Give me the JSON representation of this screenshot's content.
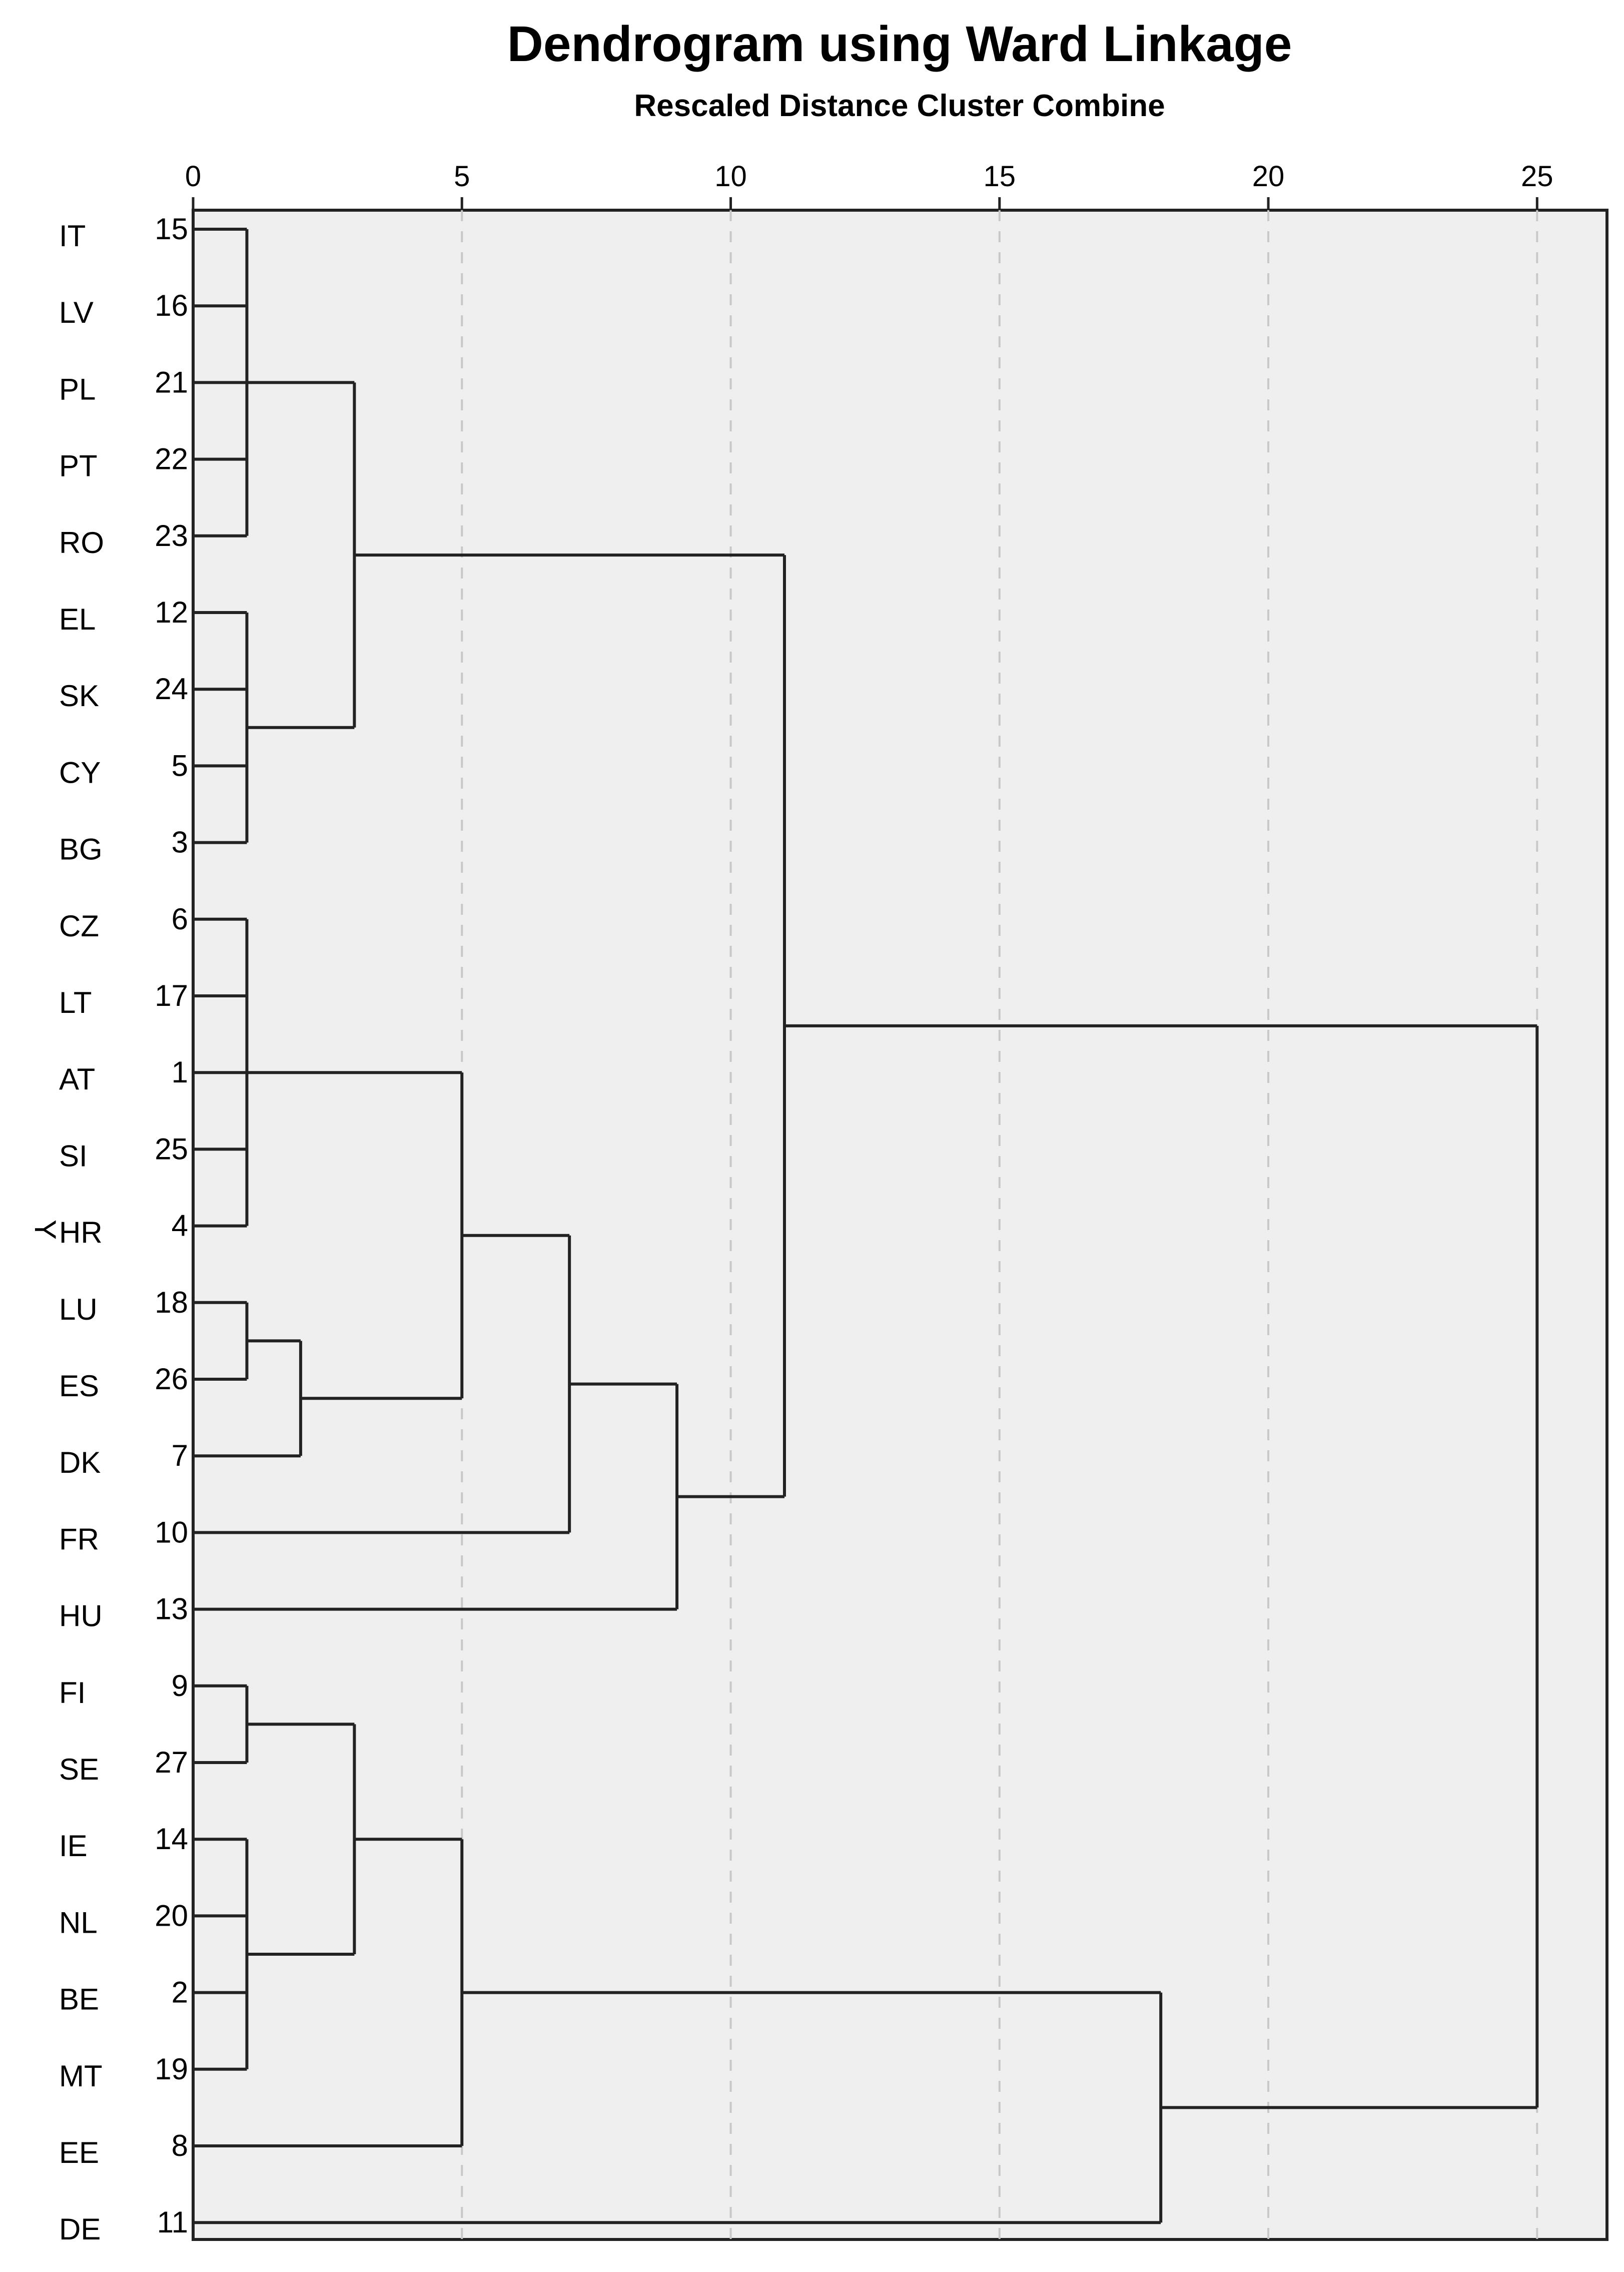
{
  "chart_data": {
    "type": "dendrogram",
    "title": "Dendrogram using Ward Linkage",
    "subtitle": "Rescaled Distance Cluster Combine",
    "ylabel": "Y",
    "xlim": [
      0,
      26.3
    ],
    "xticks": [
      0,
      5,
      10,
      15,
      20,
      25
    ],
    "grid": true,
    "leaves": [
      {
        "label": "IT",
        "id": "15"
      },
      {
        "label": "LV",
        "id": "16"
      },
      {
        "label": "PL",
        "id": "21"
      },
      {
        "label": "PT",
        "id": "22"
      },
      {
        "label": "RO",
        "id": "23"
      },
      {
        "label": "EL",
        "id": "12"
      },
      {
        "label": "SK",
        "id": "24"
      },
      {
        "label": "CY",
        "id": "5"
      },
      {
        "label": "BG",
        "id": "3"
      },
      {
        "label": "CZ",
        "id": "6"
      },
      {
        "label": "LT",
        "id": "17"
      },
      {
        "label": "AT",
        "id": "1"
      },
      {
        "label": "SI",
        "id": "25"
      },
      {
        "label": "HR",
        "id": "4"
      },
      {
        "label": "LU",
        "id": "18"
      },
      {
        "label": "ES",
        "id": "26"
      },
      {
        "label": "DK",
        "id": "7"
      },
      {
        "label": "FR",
        "id": "10"
      },
      {
        "label": "HU",
        "id": "13"
      },
      {
        "label": "FI",
        "id": "9"
      },
      {
        "label": "SE",
        "id": "27"
      },
      {
        "label": "IE",
        "id": "14"
      },
      {
        "label": "NL",
        "id": "20"
      },
      {
        "label": "BE",
        "id": "2"
      },
      {
        "label": "MT",
        "id": "19"
      },
      {
        "label": "EE",
        "id": "8"
      },
      {
        "label": "DE",
        "id": "11"
      }
    ],
    "merges": [
      {
        "id": "A",
        "children": [
          0,
          1,
          2,
          3,
          4
        ],
        "height": 1
      },
      {
        "id": "B",
        "children": [
          5,
          6,
          7,
          8
        ],
        "height": 1
      },
      {
        "id": "C",
        "children": [
          "A",
          "B"
        ],
        "height": 3
      },
      {
        "id": "D",
        "children": [
          9,
          10,
          11,
          12,
          13
        ],
        "height": 1
      },
      {
        "id": "E",
        "children": [
          14,
          15
        ],
        "height": 1
      },
      {
        "id": "F",
        "children": [
          "E",
          16
        ],
        "height": 2
      },
      {
        "id": "G",
        "children": [
          "D",
          "F"
        ],
        "height": 5
      },
      {
        "id": "H",
        "children": [
          "G",
          17
        ],
        "height": 7
      },
      {
        "id": "I",
        "children": [
          "H",
          18
        ],
        "height": 9
      },
      {
        "id": "J",
        "children": [
          "C",
          "I"
        ],
        "height": 11
      },
      {
        "id": "K",
        "children": [
          19,
          20
        ],
        "height": 1
      },
      {
        "id": "L",
        "children": [
          21,
          22,
          23,
          24
        ],
        "height": 1
      },
      {
        "id": "M",
        "children": [
          "K",
          "L"
        ],
        "height": 3
      },
      {
        "id": "N",
        "children": [
          "M",
          25
        ],
        "height": 5
      },
      {
        "id": "O",
        "children": [
          "N",
          26
        ],
        "height": 18
      },
      {
        "id": "P",
        "children": [
          "J",
          "O"
        ],
        "height": 25
      }
    ]
  },
  "colors": {
    "plot_background": "#efefef",
    "grid": "#c8c8c8",
    "lines": "#222222",
    "text": "#000000"
  }
}
